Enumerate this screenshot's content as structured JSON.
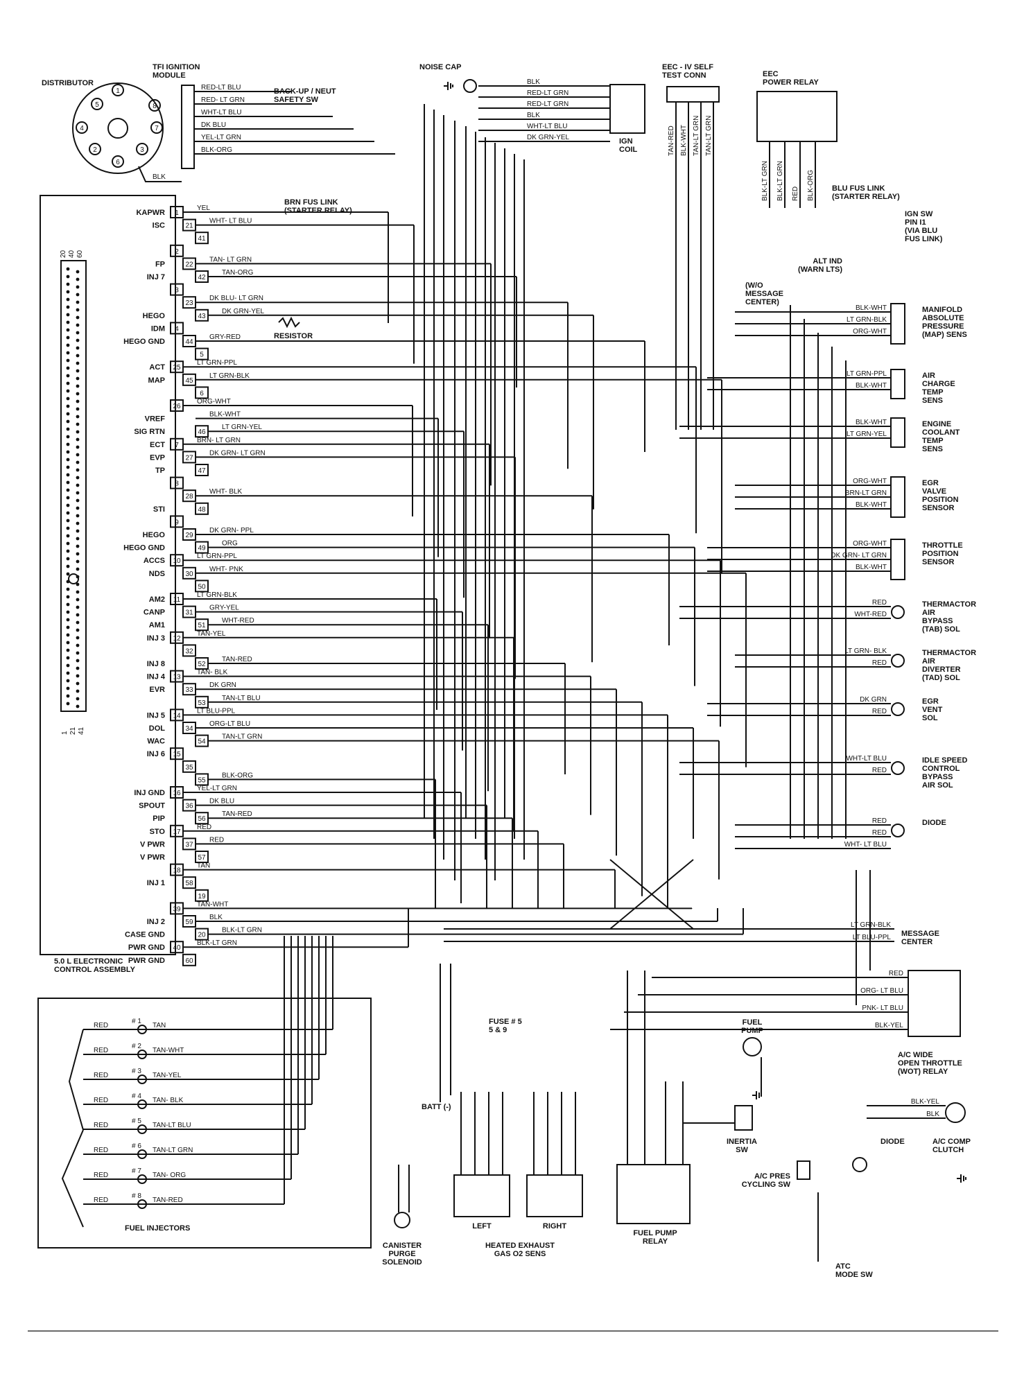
{
  "top": {
    "distributor": "DISTRIBUTOR",
    "tfi": "TFI IGNITION\nMODULE",
    "noise_cap": "NOISE CAP",
    "selftest": "EEC - IV SELF\nTEST CONN",
    "power_relay": "EEC\nPOWER RELAY",
    "ign_coil": "IGN\nCOIL",
    "backup": "BACK-UP / NEUT\nSAFETY SW",
    "blu_fus": "BLU FUS LINK\n(STARTER RELAY)",
    "ign_sw": "IGN SW\nPIN I1\n(VIA BLU\nFUS LINK)",
    "alt": "ALT IND\n(WARN LTS)",
    "wo_msg": "(W/O\nMESSAGE\nCENTER)",
    "brn_fus": "BRN FUS LINK\n(STARTER RELAY)",
    "resistor": "RESISTOR"
  },
  "distributor_numbers": [
    "1",
    "8",
    "7",
    "3",
    "6",
    "2",
    "4",
    "5"
  ],
  "tfi_wires": [
    "RED-LT BLU",
    "RED- LT GRN",
    "WHT-LT BLU",
    "DK BLU",
    "YEL-LT GRN",
    "BLK-ORG"
  ],
  "coil_wires": [
    "BLK",
    "RED-LT GRN",
    "RED-LT GRN",
    "BLK",
    "WHT-LT BLU",
    "DK GRN-YEL"
  ],
  "selftest_wires": [
    "TAN-RED",
    "BLK-WHT",
    "TAN-LT GRN",
    "TAN-LT GRN"
  ],
  "relay_wires": [
    "BLK-LT GRN",
    "BLK-LT GRN",
    "RED",
    "BLK-ORG"
  ],
  "ecu": {
    "title": "5.0 L ELECTRONIC\nCONTROL ASSEMBLY",
    "connector_top": [
      "20",
      "40",
      "60"
    ],
    "connector_bottom": [
      "1",
      "21",
      "41"
    ],
    "pins": [
      {
        "name": "KAPWR",
        "pin": "1",
        "wire": "YEL"
      },
      {
        "name": "ISC",
        "pin": "21",
        "wire": "WHT- LT BLU"
      },
      {
        "name": "",
        "pin": "41",
        "wire": ""
      },
      {
        "name": "",
        "pin": "2",
        "wire": ""
      },
      {
        "name": "FP",
        "pin": "22",
        "wire": "TAN- LT GRN"
      },
      {
        "name": "INJ 7",
        "pin": "42",
        "wire": "TAN-ORG"
      },
      {
        "name": "",
        "pin": "3",
        "wire": ""
      },
      {
        "name": "",
        "pin": "23",
        "wire": "DK BLU- LT GRN"
      },
      {
        "name": "HEGO",
        "pin": "43",
        "wire": "DK GRN-YEL"
      },
      {
        "name": "IDM",
        "pin": "4",
        "wire": ""
      },
      {
        "name": "HEGO GND",
        "pin": "44",
        "wire": "GRY-RED"
      },
      {
        "name": "",
        "pin": "5",
        "wire": ""
      },
      {
        "name": "ACT",
        "pin": "25",
        "wire": "LT GRN-PPL"
      },
      {
        "name": "MAP",
        "pin": "45",
        "wire": "LT GRN-BLK"
      },
      {
        "name": "",
        "pin": "6",
        "wire": ""
      },
      {
        "name": "",
        "pin": "26",
        "wire": "ORG-WHT"
      },
      {
        "name": "VREF",
        "pin": "",
        "wire": "BLK-WHT"
      },
      {
        "name": "SIG RTN",
        "pin": "46",
        "wire": "LT GRN-YEL"
      },
      {
        "name": "ECT",
        "pin": "7",
        "wire": "BRN- LT GRN"
      },
      {
        "name": "EVP",
        "pin": "27",
        "wire": "DK GRN- LT GRN"
      },
      {
        "name": "TP",
        "pin": "47",
        "wire": ""
      },
      {
        "name": "",
        "pin": "8",
        "wire": ""
      },
      {
        "name": "",
        "pin": "28",
        "wire": "WHT- BLK"
      },
      {
        "name": "STI",
        "pin": "48",
        "wire": ""
      },
      {
        "name": "",
        "pin": "9",
        "wire": ""
      },
      {
        "name": "HEGO",
        "pin": "29",
        "wire": "DK GRN- PPL"
      },
      {
        "name": "HEGO GND",
        "pin": "49",
        "wire": "ORG"
      },
      {
        "name": "ACCS",
        "pin": "10",
        "wire": "LT GRN-PPL"
      },
      {
        "name": "NDS",
        "pin": "30",
        "wire": "WHT- PNK"
      },
      {
        "name": "",
        "pin": "50",
        "wire": ""
      },
      {
        "name": "AM2",
        "pin": "11",
        "wire": "LT GRN-BLK"
      },
      {
        "name": "CANP",
        "pin": "31",
        "wire": "GRY-YEL"
      },
      {
        "name": "AM1",
        "pin": "51",
        "wire": "WHT-RED"
      },
      {
        "name": "INJ 3",
        "pin": "12",
        "wire": "TAN-YEL"
      },
      {
        "name": "",
        "pin": "32",
        "wire": ""
      },
      {
        "name": "INJ 8",
        "pin": "52",
        "wire": "TAN-RED"
      },
      {
        "name": "INJ 4",
        "pin": "13",
        "wire": "TAN- BLK"
      },
      {
        "name": "EVR",
        "pin": "33",
        "wire": "DK GRN"
      },
      {
        "name": "",
        "pin": "53",
        "wire": "TAN-LT BLU"
      },
      {
        "name": "INJ 5",
        "pin": "14",
        "wire": "LT BLU-PPL"
      },
      {
        "name": "DOL",
        "pin": "34",
        "wire": "ORG-LT BLU"
      },
      {
        "name": "WAC",
        "pin": "54",
        "wire": "TAN-LT GRN"
      },
      {
        "name": "INJ 6",
        "pin": "15",
        "wire": ""
      },
      {
        "name": "",
        "pin": "35",
        "wire": ""
      },
      {
        "name": "",
        "pin": "55",
        "wire": "BLK-ORG"
      },
      {
        "name": "INJ GND",
        "pin": "16",
        "wire": "YEL-LT GRN"
      },
      {
        "name": "SPOUT",
        "pin": "36",
        "wire": "DK BLU"
      },
      {
        "name": "PIP",
        "pin": "56",
        "wire": "TAN-RED"
      },
      {
        "name": "STO",
        "pin": "17",
        "wire": "RED"
      },
      {
        "name": "V PWR",
        "pin": "37",
        "wire": "RED"
      },
      {
        "name": "V PWR",
        "pin": "57",
        "wire": ""
      },
      {
        "name": "",
        "pin": "18",
        "wire": "TAN"
      },
      {
        "name": "INJ 1",
        "pin": "58",
        "wire": ""
      },
      {
        "name": "",
        "pin": "19",
        "wire": ""
      },
      {
        "name": "",
        "pin": "39",
        "wire": "TAN-WHT"
      },
      {
        "name": "INJ 2",
        "pin": "59",
        "wire": "BLK"
      },
      {
        "name": "CASE GND",
        "pin": "20",
        "wire": "BLK-LT GRN"
      },
      {
        "name": "PWR GND",
        "pin": "40",
        "wire": "BLK-LT GRN"
      },
      {
        "name": "PWR GND",
        "pin": "60",
        "wire": ""
      }
    ]
  },
  "sensors": [
    {
      "label": "MANIFOLD\nABSOLUTE\nPRESSURE\n(MAP) SENS",
      "wires": [
        "BLK-WHT",
        "LT GRN-BLK",
        "ORG-WHT"
      ]
    },
    {
      "label": "AIR\nCHARGE\nTEMP\nSENS",
      "wires": [
        "LT GRN-PPL",
        "BLK-WHT"
      ]
    },
    {
      "label": "ENGINE\nCOOLANT\nTEMP\nSENS",
      "wires": [
        "BLK-WHT",
        "LT GRN-YEL"
      ]
    },
    {
      "label": "EGR\nVALVE\nPOSITION\nSENSOR",
      "wires": [
        "ORG-WHT",
        "BRN-LT GRN",
        "BLK-WHT"
      ]
    },
    {
      "label": "THROTTLE\nPOSITION\nSENSOR",
      "wires": [
        "ORG-WHT",
        "DK GRN- LT GRN",
        "BLK-WHT"
      ]
    },
    {
      "label": "THERMACTOR\nAIR\nBYPASS\n(TAB) SOL",
      "wires": [
        "RED",
        "WHT-RED"
      ]
    },
    {
      "label": "THERMACTOR\nAIR\nDIVERTER\n(TAD) SOL",
      "wires": [
        "LT GRN- BLK",
        "RED"
      ]
    },
    {
      "label": "EGR\nVENT\nSOL",
      "wires": [
        "DK GRN",
        "RED"
      ]
    },
    {
      "label": "IDLE SPEED\nCONTROL\nBYPASS\nAIR SOL",
      "wires": [
        "WHT-LT BLU",
        "RED"
      ]
    },
    {
      "label": "DIODE",
      "wires": [
        "RED",
        "RED",
        "WHT- LT BLU"
      ]
    }
  ],
  "message_center": {
    "label": "MESSAGE\nCENTER",
    "wires": [
      "LT GRN-BLK",
      "LT BLU-PPL"
    ]
  },
  "ac_wot": {
    "label": "A/C WIDE\nOPEN THROTTLE\n(WOT) RELAY",
    "wires": [
      "RED",
      "ORG- LT BLU",
      "PNK- LT BLU",
      "BLK-YEL"
    ]
  },
  "ac_clutch": {
    "label": "A/C COMP\nCLUTCH",
    "wires": [
      "BLK-YEL",
      "BLK"
    ]
  },
  "diode2": "DIODE",
  "ac_pres": "A/C PRES\nCYCLING SW",
  "atc": "ATC\nMODE SW",
  "fuel_pump": "FUEL\nPUMP",
  "inertia": "INERTIA\nSW",
  "fuel_pump_relay": "FUEL PUMP\nRELAY",
  "hego_sens": {
    "label": "HEATED EXHAUST\nGAS O2 SENS",
    "left": "LEFT",
    "right": "RIGHT"
  },
  "fuse": "FUSE # 5\n5 & 9",
  "batt": "BATT (-)",
  "canister": "CANISTER\nPURGE\nSOLENOID",
  "injectors": {
    "title": "FUEL INJECTORS",
    "items": [
      {
        "num": "# 1",
        "wire": "TAN"
      },
      {
        "num": "# 2",
        "wire": "TAN-WHT"
      },
      {
        "num": "# 3",
        "wire": "TAN-YEL"
      },
      {
        "num": "# 4",
        "wire": "TAN- BLK"
      },
      {
        "num": "# 5",
        "wire": "TAN-LT BLU"
      },
      {
        "num": "# 6",
        "wire": "TAN-LT GRN"
      },
      {
        "num": "# 7",
        "wire": "TAN- ORG"
      },
      {
        "num": "# 8",
        "wire": "TAN-RED"
      }
    ]
  }
}
